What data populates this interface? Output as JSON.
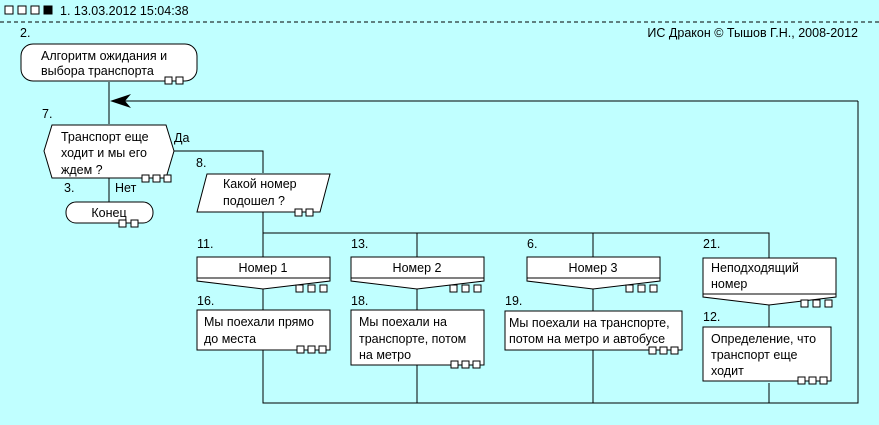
{
  "header": {
    "icons": [
      "square-empty-icon",
      "square-empty-icon",
      "square-empty-icon",
      "square-filled-icon"
    ],
    "title": "1. 13.03.2012 15:04:38",
    "copyright": "ИС Дракон © Тышов Г.Н., 2008-2012"
  },
  "nodes": {
    "n2": {
      "num": "2.",
      "lines": [
        "Алгоритм ожидания и",
        "выбора транспорта"
      ]
    },
    "n7": {
      "num": "7.",
      "lines": [
        "Транспорт еще",
        "ходит и мы его",
        "ждем ?"
      ]
    },
    "n3": {
      "num": "3.",
      "lines": [
        "Конец"
      ]
    },
    "n8": {
      "num": "8.",
      "lines": [
        "Какой номер",
        "подошел ?"
      ]
    },
    "n11": {
      "num": "11.",
      "lines": [
        "Номер 1"
      ]
    },
    "n13": {
      "num": "13.",
      "lines": [
        "Номер 2"
      ]
    },
    "n6": {
      "num": "6.",
      "lines": [
        "Номер 3"
      ]
    },
    "n21": {
      "num": "21.",
      "lines": [
        "Неподходящий",
        "номер"
      ]
    },
    "n16": {
      "num": "16.",
      "lines": [
        "Мы поехали прямо",
        "до места"
      ]
    },
    "n18": {
      "num": "18.",
      "lines": [
        "Мы поехали на",
        "транспорте, потом",
        "на метро"
      ]
    },
    "n19": {
      "num": "19.",
      "lines": [
        "Мы поехали на транспорте,",
        "потом на метро и автобусе"
      ]
    },
    "n12": {
      "num": "12.",
      "lines": [
        "Определение, что",
        "транспорт еще",
        "ходит"
      ]
    }
  },
  "labels": {
    "yes": "Да",
    "no": "Нет"
  }
}
